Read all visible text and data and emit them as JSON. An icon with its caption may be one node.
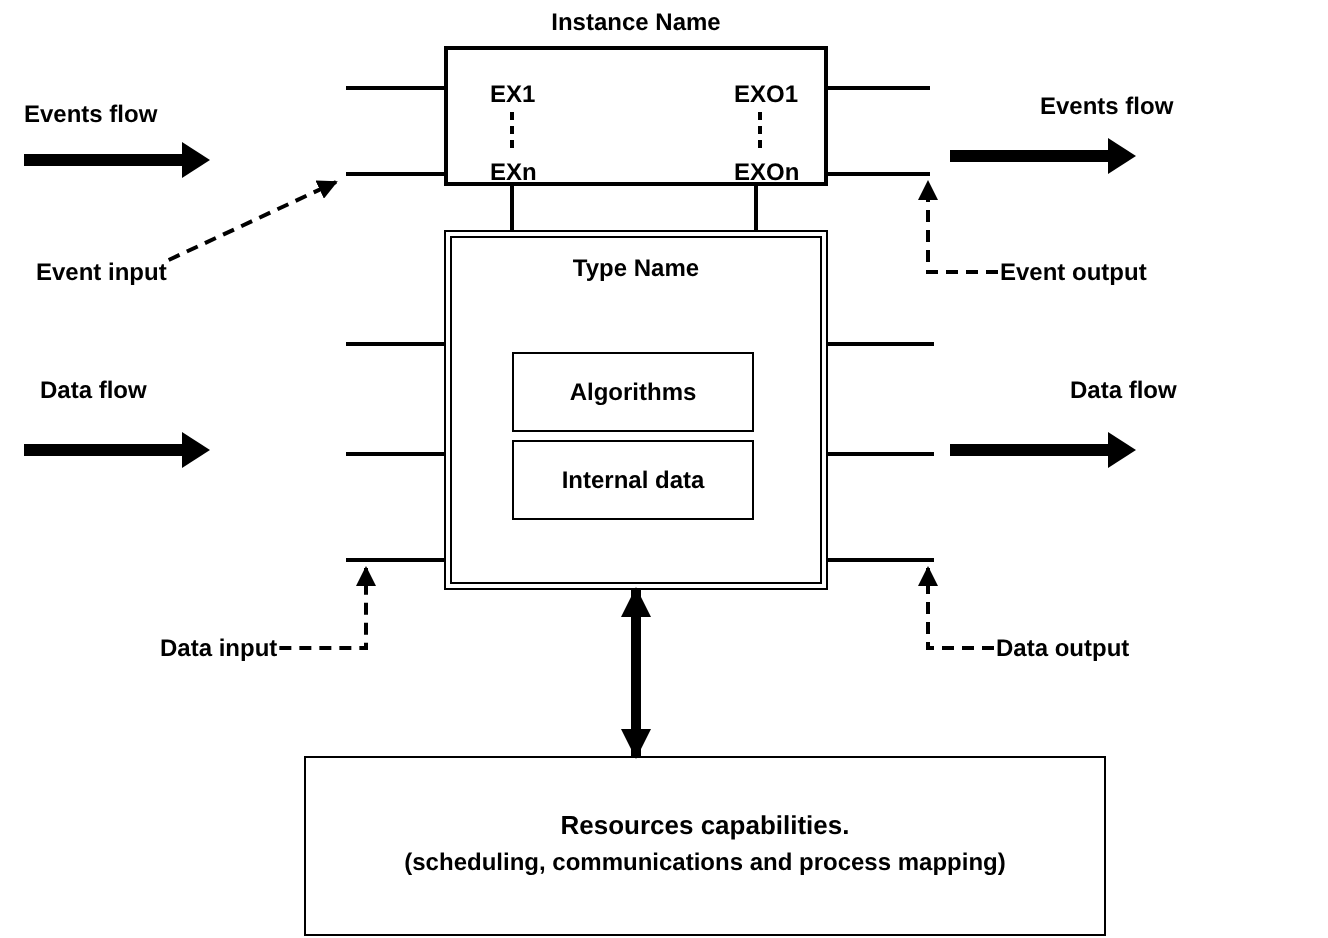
{
  "diagram": {
    "nodes": [
      {
        "text": [
          "Instance Name",
          "EX1",
          "EXn",
          "EXO1",
          "EXOn"
        ]
      },
      {
        "text": [
          "Type Name"
        ]
      },
      {
        "text": [
          "Algorithms"
        ],
        "in": 1
      },
      {
        "text": [
          "Internal data"
        ],
        "in": 1
      },
      {
        "text": [
          "Resources capabilities.",
          "(scheduling, communications and process mapping)"
        ]
      },
      {
        "text": [
          "Event input"
        ]
      },
      {
        "text": [
          "Event output"
        ]
      },
      {
        "text": [
          "Data input"
        ]
      },
      {
        "text": [
          "Data output"
        ]
      }
    ],
    "edges": [
      {
        "from": 0,
        "to": 1,
        "arrow": "none"
      },
      {
        "from": 0,
        "to": 1,
        "arrow": "none"
      },
      {
        "from": 1,
        "to": 4,
        "arrow": "both",
        "style": "thick"
      },
      {
        "from": 5,
        "to": null,
        "arrow": "to",
        "style": "dashed"
      },
      {
        "from": 6,
        "to": null,
        "arrow": "to",
        "style": "dashed"
      },
      {
        "from": 7,
        "to": null,
        "arrow": "to",
        "style": "dashed"
      },
      {
        "from": 8,
        "to": null,
        "arrow": "to",
        "style": "dashed"
      }
    ],
    "labels": [
      "Events flow",
      "Events flow",
      "Data flow",
      "Data flow"
    ]
  }
}
